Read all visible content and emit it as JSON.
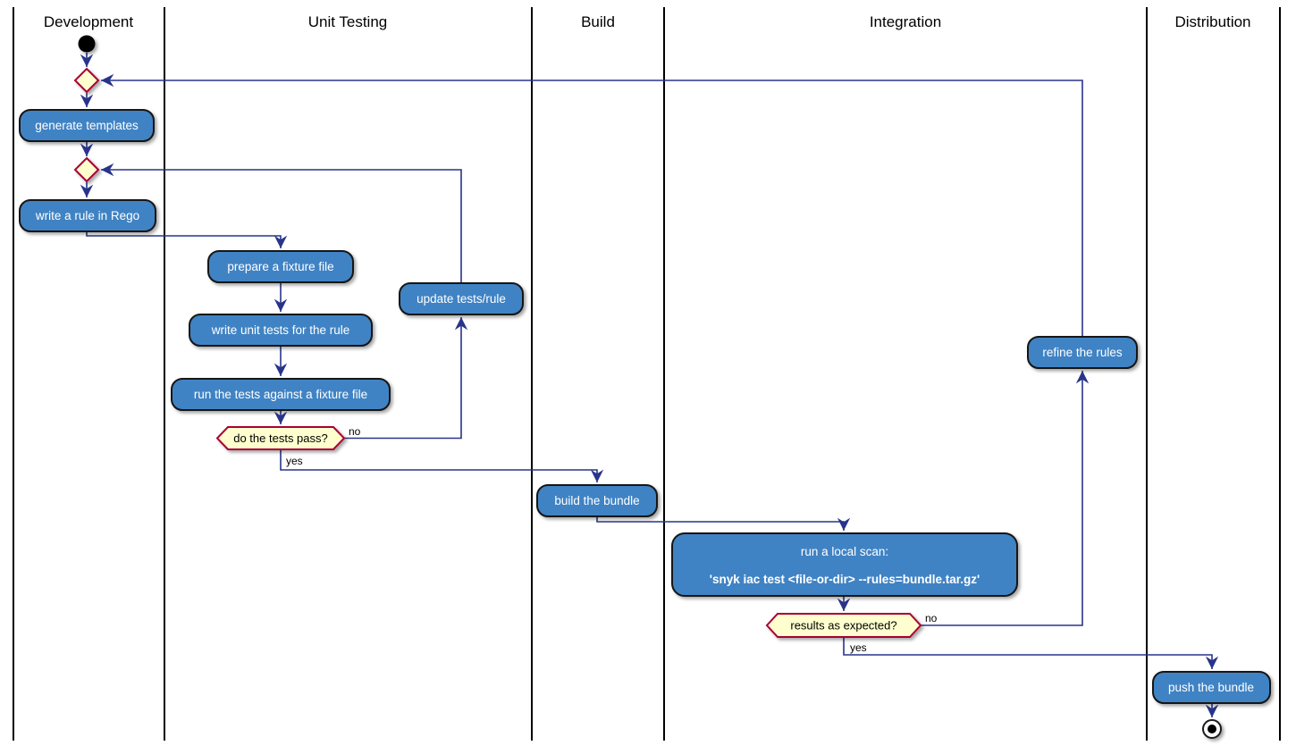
{
  "diagram": {
    "type": "activity-swimlane-flowchart",
    "lanes": [
      {
        "label": "Development"
      },
      {
        "label": "Unit Testing"
      },
      {
        "label": "Build"
      },
      {
        "label": "Integration"
      },
      {
        "label": "Distribution"
      }
    ],
    "activities": {
      "generate_templates": "generate templates",
      "write_rule": "write a rule in Rego",
      "prepare_fixture": "prepare a fixture file",
      "write_unit_tests": "write unit tests for the rule",
      "run_tests": "run the tests against a fixture file",
      "update_tests_rule": "update tests/rule",
      "build_bundle": "build the bundle",
      "run_local_scan_line1": "run a local scan:",
      "run_local_scan_line2": "'snyk iac test <file-or-dir> --rules=bundle.tar.gz'",
      "refine_rules": "refine the rules",
      "push_bundle": "push the bundle"
    },
    "decisions": {
      "tests_pass": "do the tests pass?",
      "results_expected": "results as expected?"
    },
    "branch_labels": {
      "tests_pass_no": "no",
      "tests_pass_yes": "yes",
      "results_no": "no",
      "results_yes": "yes"
    },
    "colors": {
      "activity_fill": "#4183C4",
      "activity_border": "#121212",
      "activity_text": "#ffffff",
      "decision_fill": "#FEFECE",
      "decision_border": "#A80036",
      "arrow": "#28348A",
      "lane_line": "#000000",
      "background": "#ffffff"
    }
  }
}
